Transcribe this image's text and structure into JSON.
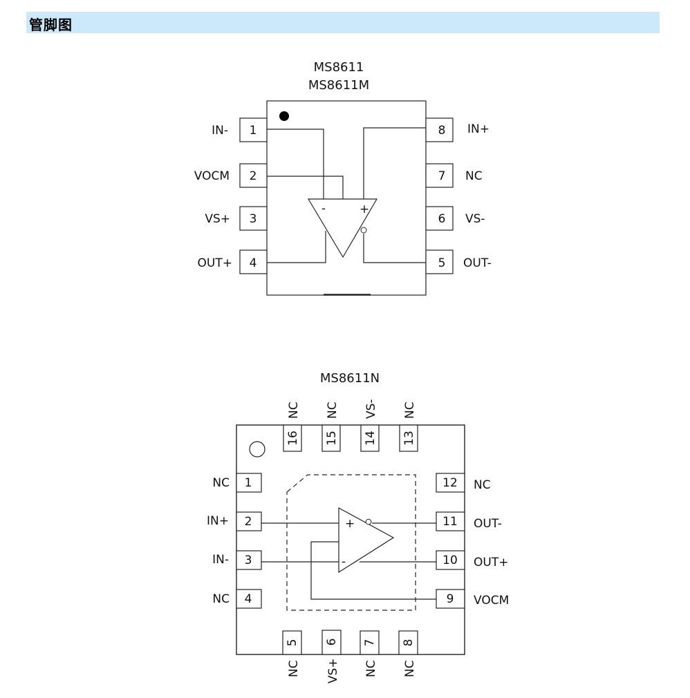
{
  "header": {
    "title": "管脚图"
  },
  "package_8pin": {
    "titles": [
      "MS8611",
      "MS8611M"
    ],
    "pins": [
      {
        "num": "1",
        "name": "IN-"
      },
      {
        "num": "2",
        "name": "VOCM"
      },
      {
        "num": "3",
        "name": "VS+"
      },
      {
        "num": "4",
        "name": "OUT+"
      },
      {
        "num": "5",
        "name": "OUT-"
      },
      {
        "num": "6",
        "name": "VS-"
      },
      {
        "num": "7",
        "name": "NC"
      },
      {
        "num": "8",
        "name": "IN+"
      }
    ],
    "amp_minus": "-",
    "amp_plus": "+"
  },
  "package_16pin": {
    "title": "MS8611N",
    "pins": [
      {
        "num": "1",
        "name": "NC"
      },
      {
        "num": "2",
        "name": "IN+"
      },
      {
        "num": "3",
        "name": "IN-"
      },
      {
        "num": "4",
        "name": "NC"
      },
      {
        "num": "5",
        "name": "NC"
      },
      {
        "num": "6",
        "name": "VS+"
      },
      {
        "num": "7",
        "name": "NC"
      },
      {
        "num": "8",
        "name": "NC"
      },
      {
        "num": "9",
        "name": "VOCM"
      },
      {
        "num": "10",
        "name": "OUT+"
      },
      {
        "num": "11",
        "name": "OUT-"
      },
      {
        "num": "12",
        "name": "NC"
      },
      {
        "num": "13",
        "name": "NC"
      },
      {
        "num": "14",
        "name": "VS-"
      },
      {
        "num": "15",
        "name": "NC"
      },
      {
        "num": "16",
        "name": "NC"
      }
    ],
    "amp_plus": "+",
    "amp_minus": "-"
  }
}
